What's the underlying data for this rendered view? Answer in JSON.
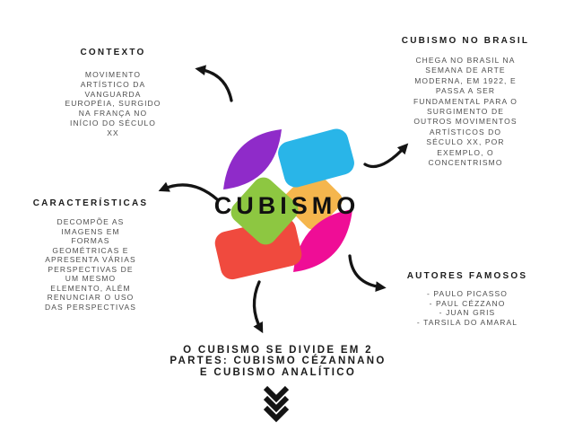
{
  "title": "CUBISMO",
  "colors": {
    "purple": "#8F2BC9",
    "blue": "#29B5E8",
    "orange": "#F5B64D",
    "green": "#8DC741",
    "red": "#F04A3E",
    "pink": "#EF0D96",
    "ink": "#141414"
  },
  "sections": {
    "contexto": {
      "heading": "CONTEXTO",
      "lines": [
        "MOVIMENTO",
        "ARTÍSTICO DA",
        "VANGUARDA",
        "EUROPÉIA, SURGIDO",
        "NA FRANÇA NO",
        "INÍCIO DO SÉCULO",
        "XX"
      ]
    },
    "brasil": {
      "heading": "CUBISMO NO BRASIL",
      "lines": [
        "CHEGA NO BRASIL NA",
        "SEMANA DE ARTE",
        "MODERNA, EM 1922, E",
        "PASSA A SER",
        "FUNDAMENTAL PARA O",
        "SURGIMENTO DE",
        "OUTROS MOVIMENTOS",
        "ARTÍSTICOS DO",
        "SÉCULO XX, POR",
        "EXEMPLO, O",
        "CONCENTRISMO"
      ]
    },
    "caracteristicas": {
      "heading": "CARACTERÍSTICAS",
      "lines": [
        "DECOMPÕE AS",
        "IMAGENS EM",
        "FORMAS",
        "GEOMÉTRICAS E",
        "APRESENTA VÁRIAS",
        "PERSPECTIVAS DE",
        "UM MESMO",
        "ELEMENTO, ALÉM",
        "RENUNCIAR O USO",
        "DAS PERSPECTIVAS"
      ]
    },
    "autores": {
      "heading": "AUTORES FAMOSOS",
      "lines": [
        "- PAULO PICASSO",
        "- PAUL CÉZZANO",
        "- JUAN GRIS",
        "- TARSILA DO AMARAL"
      ]
    },
    "divisao": {
      "lines": [
        "O CUBISMO SE DIVIDE EM 2",
        "PARTES: CUBISMO CÉZANNANO",
        "E CUBISMO ANALÍTICO"
      ]
    }
  }
}
